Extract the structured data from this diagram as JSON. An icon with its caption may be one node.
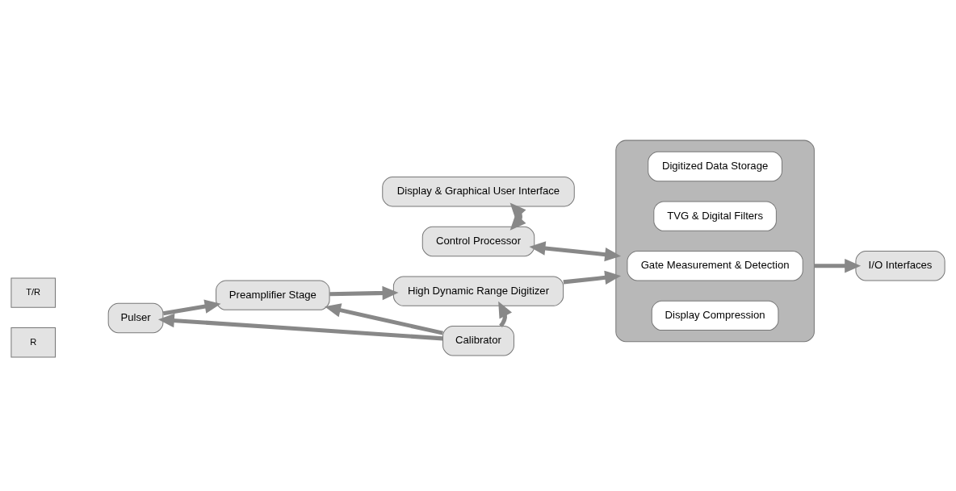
{
  "diagram": {
    "nodes": [
      {
        "text": [
          "R"
        ]
      },
      {
        "text": [
          "T/R"
        ]
      },
      {
        "text": [
          "Pulser"
        ]
      },
      {
        "text": [
          "Preamplifier Stage"
        ]
      },
      {
        "text": [
          "High Dynamic Range Digitizer"
        ]
      },
      {
        "text": [
          "Calibrator"
        ]
      },
      {
        "text": [],
        "shape": "box"
      },
      {
        "text": [
          "Digitized Data Storage"
        ],
        "in": 6
      },
      {
        "text": [
          "TVG & Digital Filters"
        ],
        "in": 6
      },
      {
        "text": [
          "Gate Measurement & Detection"
        ],
        "in": 6
      },
      {
        "text": [
          "Display Compression"
        ],
        "in": 6
      },
      {
        "text": [
          "Control Processor"
        ]
      },
      {
        "text": [
          "Display & Graphical User Interface"
        ]
      },
      {
        "text": [
          "I/O Interfaces"
        ]
      }
    ],
    "edges": [
      {
        "from": 5,
        "to": 2,
        "arrow": "to"
      },
      {
        "from": 5,
        "to": 3,
        "arrow": "to"
      },
      {
        "from": 5,
        "to": 4,
        "arrow": "to"
      },
      {
        "from": 2,
        "to": 3,
        "arrow": "to"
      },
      {
        "from": 3,
        "to": 4,
        "arrow": "to"
      },
      {
        "from": 4,
        "to": 6,
        "arrow": "to"
      },
      {
        "from": 11,
        "to": 6,
        "arrow": "both"
      },
      {
        "from": 11,
        "to": 12,
        "arrow": "both"
      },
      {
        "from": 6,
        "to": 13,
        "arrow": "to"
      }
    ]
  }
}
